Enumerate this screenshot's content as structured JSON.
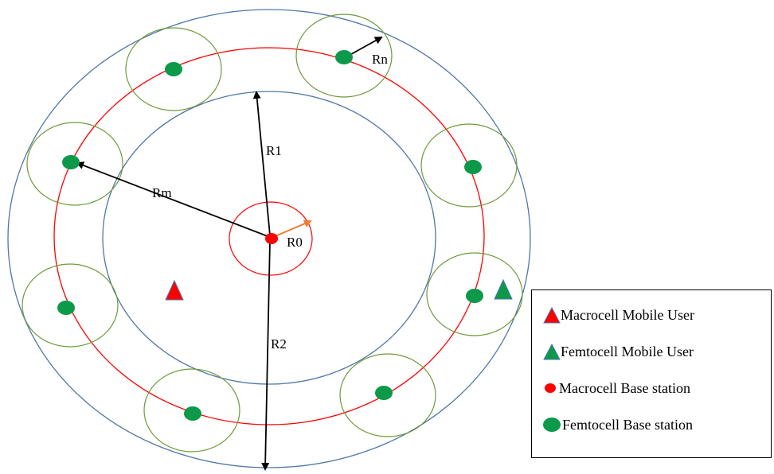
{
  "labels": {
    "r_n": "Rn",
    "r_1": "R1",
    "r_m": "Rm",
    "r_0": "R0",
    "r_2": "R2"
  },
  "legend": {
    "items": [
      {
        "icon": "red-triangle-icon",
        "label": "Macrocell Mobile User"
      },
      {
        "icon": "green-triangle-icon",
        "label": "Femtocell Mobile User"
      },
      {
        "icon": "red-dot-icon",
        "label": "Macrocell Base station"
      },
      {
        "icon": "green-dot-icon",
        "label": "Femtocell Base station"
      }
    ]
  },
  "colors": {
    "macrocell": "#ff0000",
    "femtocell": "#0c9a4a",
    "femtocell_coverage": "#6f9a3a",
    "boundary": "#4f77a8",
    "ring": "#ff0000",
    "r0_arrow": "#ed7d31",
    "arrows": "#000000"
  }
}
